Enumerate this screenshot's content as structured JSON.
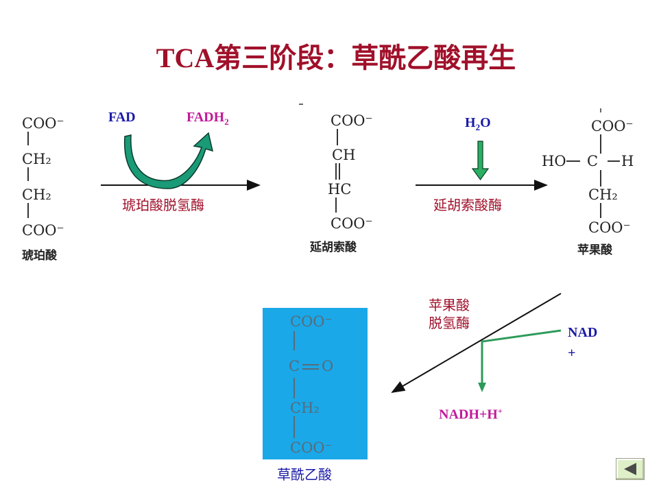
{
  "slide": {
    "title": "TCA第三阶段：草酰乙酸再生"
  },
  "molecules": {
    "succinate": {
      "lines": [
        "COO⁻",
        "CH₂",
        "CH₂",
        "COO⁻"
      ],
      "name": "琥珀酸"
    },
    "fumarate": {
      "lines": [
        "COO⁻",
        "CH",
        "HC",
        "COO⁻"
      ],
      "name": "延胡索酸"
    },
    "malate": {
      "top": "COO⁻",
      "left_group": "HO",
      "center": "C",
      "right_group": "H",
      "ch2": "CH₂",
      "bottom": "COO⁻",
      "name": "苹果酸"
    },
    "oxaloacetate": {
      "lines": [
        "COO⁻",
        "C",
        "O",
        "CH₂",
        "COO⁻"
      ],
      "name": "草酰乙酸"
    }
  },
  "reactions": {
    "step1": {
      "enzyme": "琥珀酸脱氢酶",
      "cofactor_in": "FAD",
      "cofactor_out": "FADH",
      "cofactor_out_sub": "2"
    },
    "step2": {
      "enzyme": "延胡索酸酶",
      "reactant_h": "H",
      "reactant_sub": "2",
      "reactant_o": "O"
    },
    "step3": {
      "enzyme_line1": "苹果酸",
      "enzyme_line2": "脱氢酶",
      "cofactor_in_line1": "NAD",
      "cofactor_in_line2": "+",
      "cofactor_out": "NADH+H",
      "cofactor_out_sup": "+"
    }
  },
  "colors": {
    "title": "#a0102a",
    "enzyme": "#a0102a",
    "fad": "#1a1aa8",
    "fadh2": "#c01a9a",
    "water": "#1a1aa8",
    "nad": "#1a1aa8",
    "nadh": "#c01a9a",
    "arrow_green": "#2e9a5a",
    "oxaloacetate_bg": "#1aa8e8"
  },
  "nav": {
    "back_icon": "triangle-left-icon"
  }
}
